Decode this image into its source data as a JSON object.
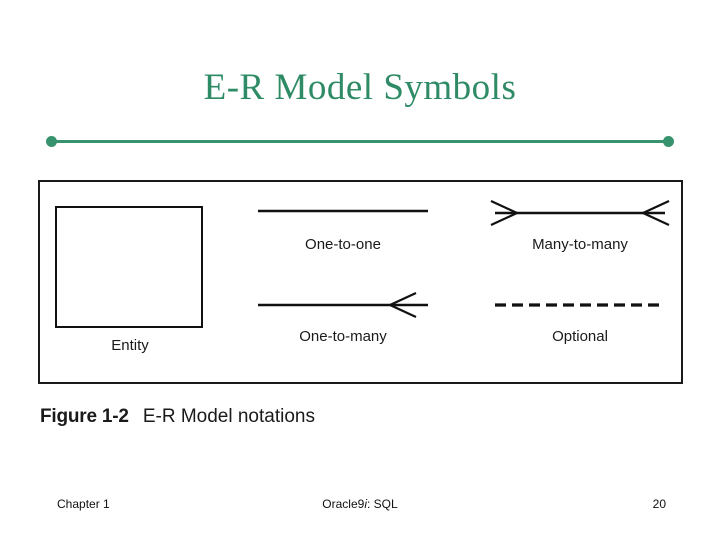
{
  "slide": {
    "title": "E-R Model Symbols",
    "accent_color": "#2E8B65",
    "divider_color": "#37936E"
  },
  "figure": {
    "caption_number": "Figure 1-2",
    "caption_text": "E-R Model notations",
    "symbols": [
      {
        "id": "entity",
        "label": "Entity",
        "notation": "rectangle"
      },
      {
        "id": "one-to-one",
        "label": "One-to-one",
        "notation": "plain-line"
      },
      {
        "id": "many-to-many",
        "label": "Many-to-many",
        "notation": "crows-foot-both-ends"
      },
      {
        "id": "one-to-many",
        "label": "One-to-many",
        "notation": "crows-foot-right-end"
      },
      {
        "id": "optional",
        "label": "Optional",
        "notation": "dashed-line"
      }
    ]
  },
  "footer": {
    "chapter": "Chapter 1",
    "course_prefix": "Oracle9",
    "course_italic": "i",
    "course_suffix": ": SQL",
    "page_number": "20"
  }
}
